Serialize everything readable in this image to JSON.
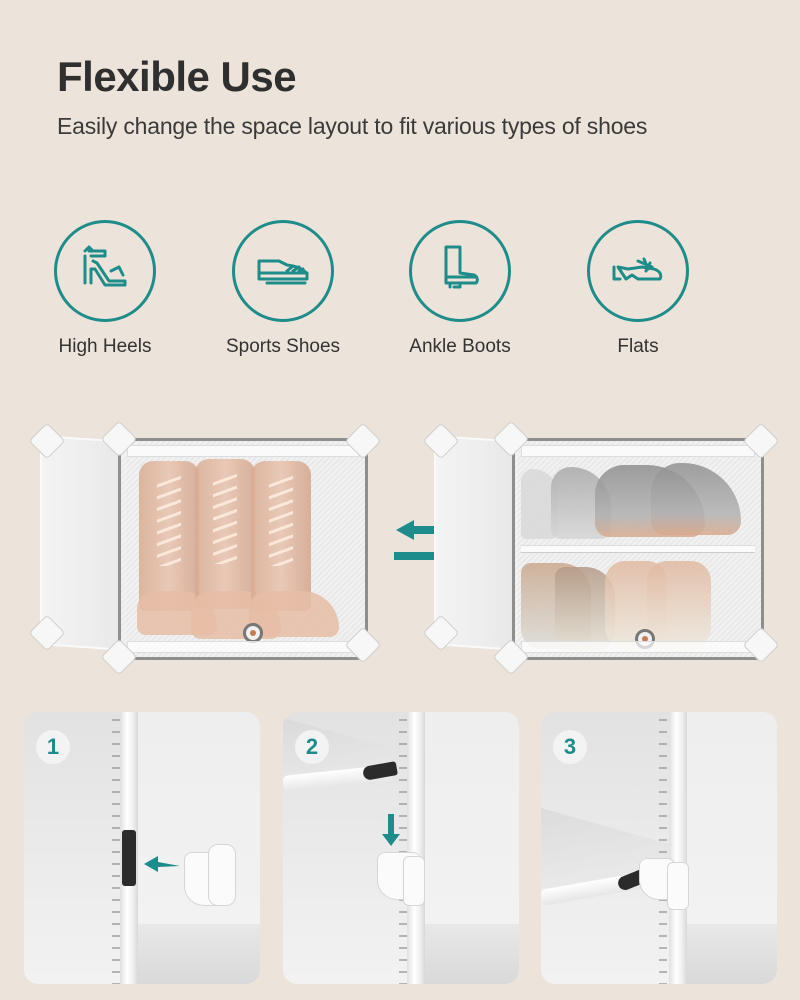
{
  "header": {
    "title": "Flexible Use",
    "subtitle": "Easily change the space layout to fit various types of shoes"
  },
  "shoe_types": [
    {
      "label": "High Heels",
      "icon": "high-heel-icon"
    },
    {
      "label": "Sports Shoes",
      "icon": "sneaker-icon"
    },
    {
      "label": "Ankle Boots",
      "icon": "boot-icon"
    },
    {
      "label": "Flats",
      "icon": "flat-shoe-icon"
    }
  ],
  "comparison": {
    "left": "single-compartment cabinet with boots",
    "right": "two-shelf cabinet with sneakers and heels",
    "swap_icon": "swap-arrows-icon"
  },
  "steps": [
    {
      "number": "1"
    },
    {
      "number": "2"
    },
    {
      "number": "3"
    }
  ],
  "colors": {
    "accent": "#1e8c8a",
    "background": "#ece3da",
    "text": "#2f2f2f"
  }
}
